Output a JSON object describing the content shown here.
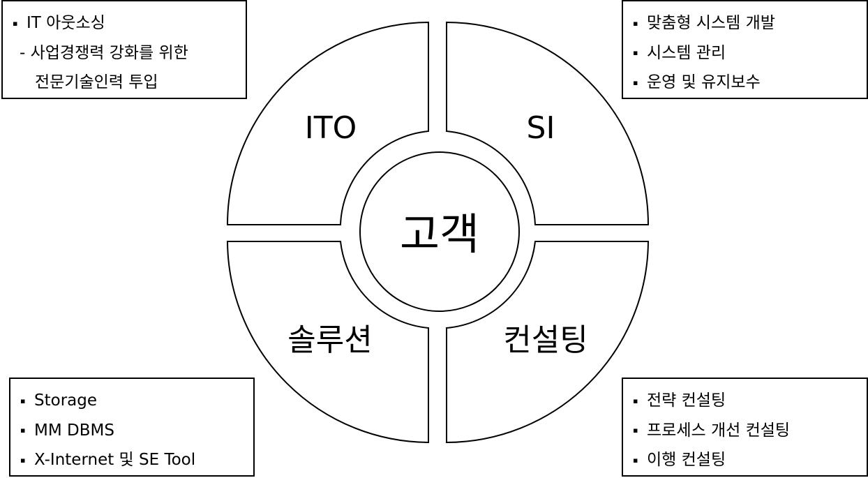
{
  "center_label": "고객",
  "quadrants": {
    "ito": "ITO",
    "si": "SI",
    "solution": "솔루션",
    "consulting": "컨설팅"
  },
  "boxes": {
    "ito": {
      "bullet": "▪",
      "item": "IT 아웃소싱",
      "sub_line_1": "- 사업경쟁력 강화를 위한",
      "sub_line_2": "전문기술인력 투입"
    },
    "si": {
      "bullet": "▪",
      "items": [
        "맞춤형 시스템 개발",
        "시스템 관리",
        "운영 및 유지보수"
      ]
    },
    "solution": {
      "bullet": "▪",
      "items": [
        "Storage",
        "MM DBMS",
        "X-Internet 및 SE Tool"
      ]
    },
    "consulting": {
      "bullet": "▪",
      "items": [
        "전략 컨설팅",
        "프로세스 개선 컨설팅",
        "이행 컨설팅"
      ]
    }
  }
}
